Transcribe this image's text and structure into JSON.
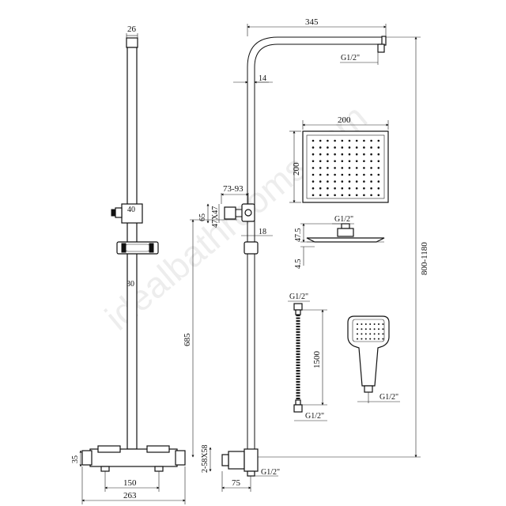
{
  "watermark": "idealbathrooms.com",
  "front_view": {
    "rail_top_width": "26",
    "bracket_width": "40",
    "rail_diameter": "30",
    "valve_height": "35",
    "valve_centres": "150",
    "valve_width": "263"
  },
  "side_view": {
    "arm_projection": "345",
    "overhead_outlet": "G1/2\"",
    "arm_diameter": "14",
    "bracket_range": "73-93",
    "bracket_height": "65",
    "bracket_base": "47X47",
    "slider_size": "18",
    "outlet_height": "685",
    "total_height": "800-1180",
    "elbow_size": "2-58X58",
    "wall_offset": "75",
    "inlet_thread": "G1/2\""
  },
  "shower_head": {
    "width": "200",
    "depth": "200",
    "inlet_thread": "G1/2\"",
    "profile_height": "47.5",
    "plate_thickness": "4.5"
  },
  "hose": {
    "top_thread": "G1/2\"",
    "length": "1500",
    "bottom_thread": "G1/2\""
  },
  "handset": {
    "inlet_thread": "G1/2\""
  }
}
